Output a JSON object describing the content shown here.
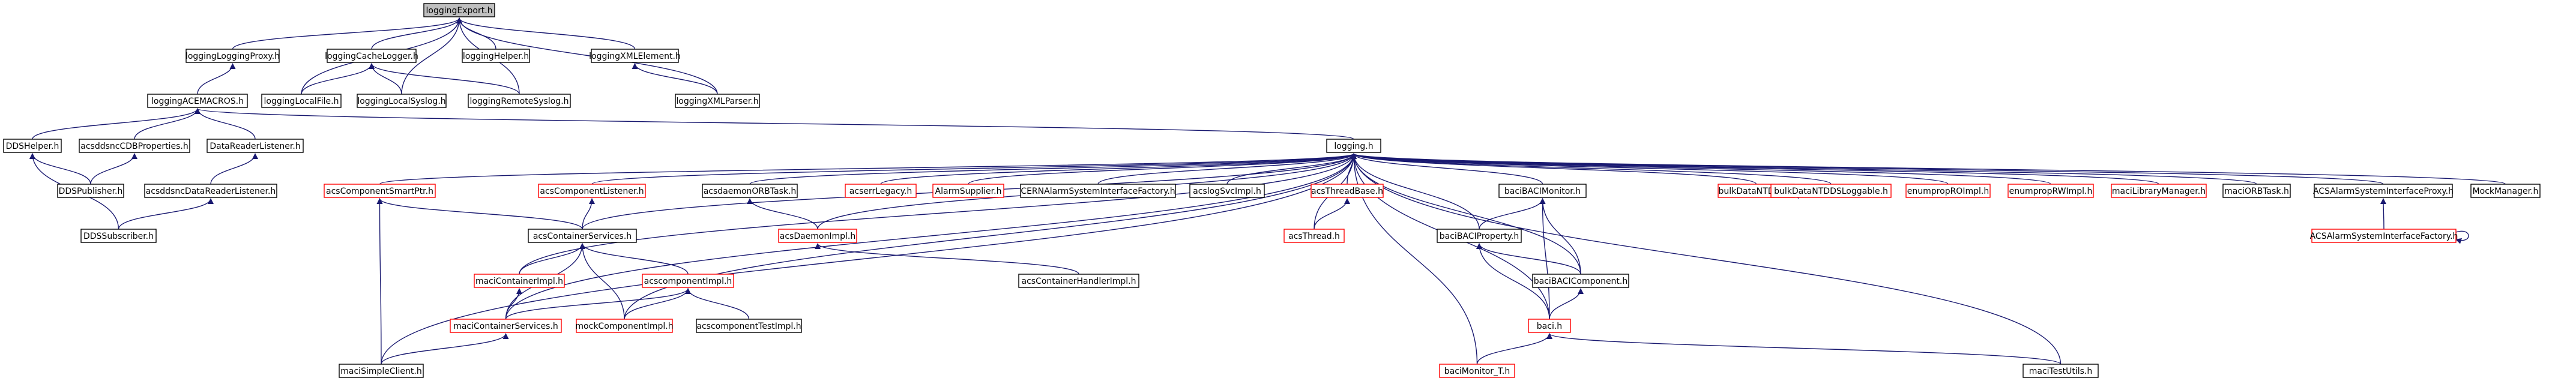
{
  "colors": {
    "edge": "#191970",
    "node_border_default": "#000000",
    "node_border_missing": "#ff0000",
    "node_fill_focus": "#bfbfbf",
    "node_fill": "#ffffff"
  },
  "nodes": {
    "loggingExport": "loggingExport.h",
    "loggingLoggingProxy": "loggingLoggingProxy.h",
    "loggingCacheLogger": "loggingCacheLogger.h",
    "loggingHelper": "loggingHelper.h",
    "loggingXMLElement": "loggingXMLElement.h",
    "loggingACEMACROS": "loggingACEMACROS.h",
    "loggingLocalFile": "loggingLocalFile.h",
    "loggingLocalSyslog": "loggingLocalSyslog.h",
    "loggingRemoteSyslog": "loggingRemoteSyslog.h",
    "loggingXMLParser": "loggingXMLParser.h",
    "logging": "logging.h",
    "DDSHelper": "DDSHelper.h",
    "acsddsncCDBProperties": "acsddsncCDBProperties.h",
    "DataReaderListener": "DataReaderListener.h",
    "DDSPublisher": "DDSPublisher.h",
    "acsddsncDataReaderListener": "acsddsncDataReaderListener.h",
    "DDSSubscriber": "DDSSubscriber.h",
    "acsComponentSmartPtr": "acsComponentSmartPtr.h",
    "acsComponentListener": "acsComponentListener.h",
    "acsdaemonORBTask": "acsdaemonORBTask.h",
    "acserrLegacy": "acserrLegacy.h",
    "AlarmSupplier": "AlarmSupplier.h",
    "CERNAlarmSystemInterfaceFactory": "CERNAlarmSystemInterfaceFactory.h",
    "acslogSvcImpl": "acslogSvcImpl.h",
    "acsThreadBase": "acsThreadBase.h",
    "baciBACIMonitor": "baciBACIMonitor.h",
    "bulkDataNTDDS": "bulkDataNTDDS.h",
    "bulkDataNTDDSLoggable": "bulkDataNTDDSLoggable.h",
    "enumpropROImpl": "enumpropROImpl.h",
    "enumpropRWImpl": "enumpropRWImpl.h",
    "maciLibraryManager": "maciLibraryManager.h",
    "maciORBTask": "maciORBTask.h",
    "ACSAlarmSystemInterfaceProxy": "ACSAlarmSystemInterfaceProxy.h",
    "MockManager": "MockManager.h",
    "acsContainerServices": "acsContainerServices.h",
    "acsDaemonImpl": "acsDaemonImpl.h",
    "acsThread": "acsThread.h",
    "baciBACIProperty": "baciBACIProperty.h",
    "ACSAlarmSystemInterfaceFactory": "ACSAlarmSystemInterfaceFactory.h",
    "maciContainerImpl": "maciContainerImpl.h",
    "acscomponentImpl": "acscomponentImpl.h",
    "acsContainerHandlerImpl": "acsContainerHandlerImpl.h",
    "baciBACIComponent": "baciBACIComponent.h",
    "maciContainerServices": "maciContainerServices.h",
    "mockComponentImpl": "mockComponentImpl.h",
    "acscomponentTestImpl": "acscomponentTestImpl.h",
    "bacih": "baci.h",
    "maciSimpleClient": "maciSimpleClient.h",
    "baciMonitor_T": "baciMonitor_T.h",
    "maciTestUtils": "maciTestUtils.h"
  }
}
